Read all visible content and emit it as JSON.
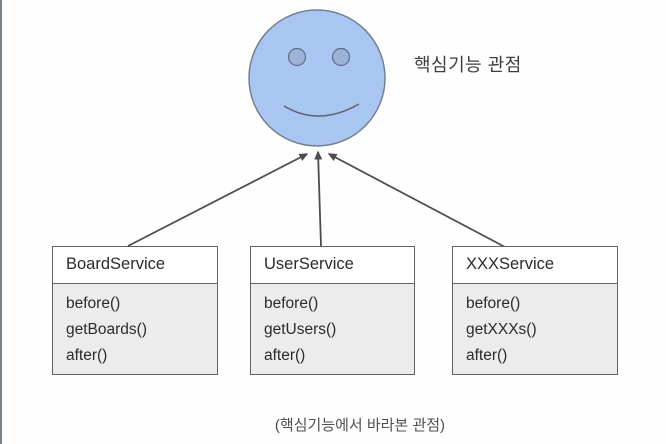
{
  "diagram": {
    "title": "핵심기능 관점",
    "caption": "(핵심기능에서 바라본 관점)",
    "services": [
      {
        "name": "BoardService",
        "methods": [
          "before()",
          "getBoards()",
          "after()"
        ]
      },
      {
        "name": "UserService",
        "methods": [
          "before()",
          "getUsers()",
          "after()"
        ]
      },
      {
        "name": "XXXService",
        "methods": [
          "before()",
          "getXXXs()",
          "after()"
        ]
      }
    ],
    "icons": {
      "face": "smiley-face-icon",
      "arrows": "arrow-up-icon"
    },
    "colors": {
      "face_fill": "#a9c6f2",
      "face_stroke": "#70808f",
      "eye_fill": "#9cb2d6",
      "eye_stroke": "#5c6e84",
      "smile_stroke": "#5a6470",
      "arrow": "#4d4d4d",
      "box_border": "#5f6368",
      "box_header_bg": "#ffffff",
      "box_body_bg": "#ececec",
      "left_edge_line": "#78828c"
    }
  }
}
